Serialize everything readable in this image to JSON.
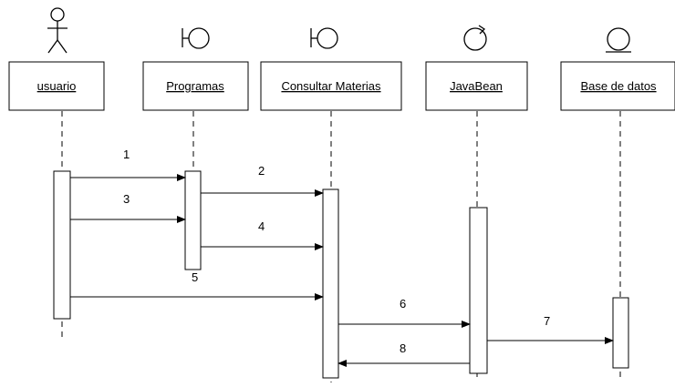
{
  "participants": [
    {
      "id": "usuario",
      "name": "usuario",
      "kind": "actor"
    },
    {
      "id": "programas",
      "name": "Programas",
      "kind": "boundary"
    },
    {
      "id": "consultar",
      "name": "Consultar Materias",
      "kind": "boundary"
    },
    {
      "id": "javabean",
      "name": "JavaBean",
      "kind": "control"
    },
    {
      "id": "basedatos",
      "name": "Base de datos",
      "kind": "entity"
    }
  ],
  "messages": [
    {
      "label": "1",
      "from": "usuario",
      "to": "programas"
    },
    {
      "label": "2",
      "from": "programas",
      "to": "consultar"
    },
    {
      "label": "3",
      "from": "usuario",
      "to": "programas"
    },
    {
      "label": "4",
      "from": "programas",
      "to": "consultar"
    },
    {
      "label": "5",
      "from": "usuario",
      "to": "consultar"
    },
    {
      "label": "6",
      "from": "consultar",
      "to": "javabean"
    },
    {
      "label": "7",
      "from": "javabean",
      "to": "basedatos"
    },
    {
      "label": "8",
      "from": "javabean",
      "to": "consultar"
    }
  ]
}
